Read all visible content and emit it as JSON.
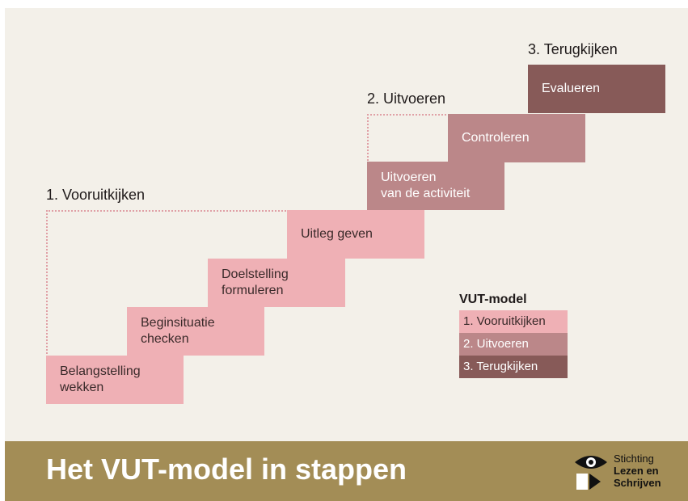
{
  "phases": {
    "p1_label": "1. Vooruitkijken",
    "p2_label": "2. Uitvoeren",
    "p3_label": "3. Terugkijken"
  },
  "steps": [
    {
      "lines": [
        "Belangstelling",
        "wekken"
      ],
      "phase": 1
    },
    {
      "lines": [
        "Beginsituatie",
        "checken"
      ],
      "phase": 1
    },
    {
      "lines": [
        "Doelstelling",
        "formuleren"
      ],
      "phase": 1
    },
    {
      "lines": [
        "Uitleg geven"
      ],
      "phase": 1
    },
    {
      "lines": [
        "Uitvoeren",
        "van de activiteit"
      ],
      "phase": 2
    },
    {
      "lines": [
        "Controleren"
      ],
      "phase": 2
    },
    {
      "lines": [
        "Evalueren"
      ],
      "phase": 3
    }
  ],
  "legend": {
    "title": "VUT-model",
    "items": [
      "1. Vooruitkijken",
      "2. Uitvoeren",
      "3. Terugkijken"
    ]
  },
  "colors": {
    "phase1": "#efb0b5",
    "phase2": "#bb8789",
    "phase3": "#875a58",
    "footer": "#a38d56",
    "background": "#f3f0e9"
  },
  "footer": {
    "title": "Het VUT-model in stappen",
    "logo_line1": "Stichting",
    "logo_line2": "Lezen en",
    "logo_line3": "Schrijven"
  }
}
